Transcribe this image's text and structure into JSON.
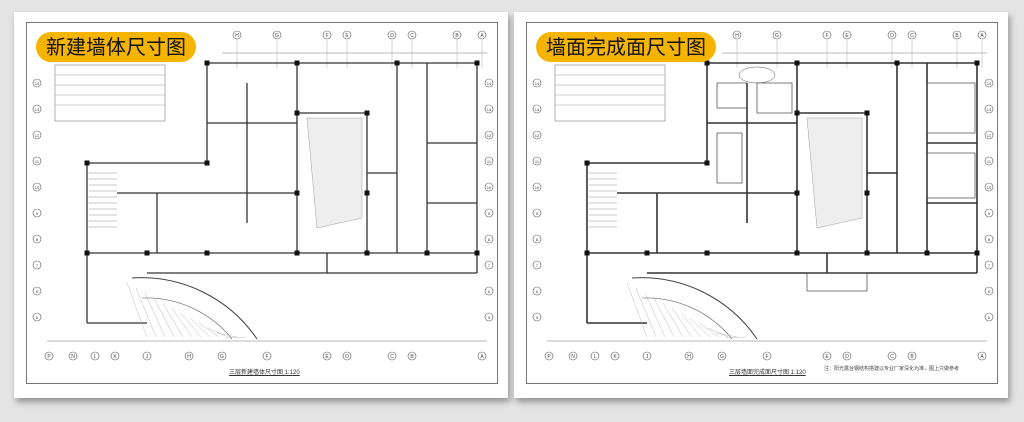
{
  "panels": [
    {
      "title": "新建墙体尺寸图",
      "caption": "三层新建墙体尺寸图  1:120",
      "note": null,
      "accent": "#f5b400"
    },
    {
      "title": "墙面完成面尺寸图",
      "caption": "三层墙面完成面尺寸图  1:120",
      "note": "注：阳光露台钢结构搭建以专业厂家深化为准，图上只做参考",
      "accent": "#f5b400"
    }
  ],
  "axes": {
    "top": [
      "H",
      "G",
      "F",
      "E",
      "D",
      "C",
      "B",
      "A"
    ],
    "bottom": [
      "P",
      "N",
      "L",
      "K",
      "J",
      "H",
      "G",
      "F",
      "E",
      "D",
      "C",
      "B",
      "A"
    ],
    "left": [
      "14",
      "13",
      "12",
      "11",
      "10",
      "9",
      "8",
      "7",
      "6",
      "5"
    ]
  }
}
